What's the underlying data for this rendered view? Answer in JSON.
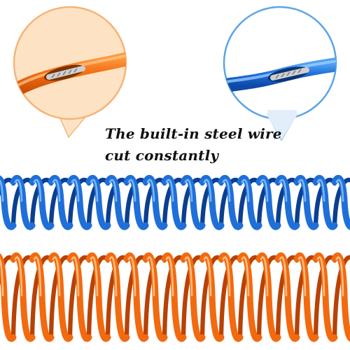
{
  "caption": {
    "line1": "The built-in steel wire",
    "line2": "cut constantly"
  },
  "colors": {
    "orange_wire": "#f26a10",
    "orange_callout_fill": "#fde3c4",
    "orange_callout_border": "#f5b47a",
    "blue_wire": "#1f6fd8",
    "blue_callout_fill": "#e3eefb",
    "blue_callout_border": "#5aa6e8",
    "steel_wire": "#b9b9b9"
  },
  "icons": {
    "orange_detail": "orange-cable-cut-closeup",
    "blue_detail": "blue-cable-cut-closeup",
    "blue_coil": "blue-coiled-cable",
    "orange_coil": "orange-coiled-cable"
  }
}
